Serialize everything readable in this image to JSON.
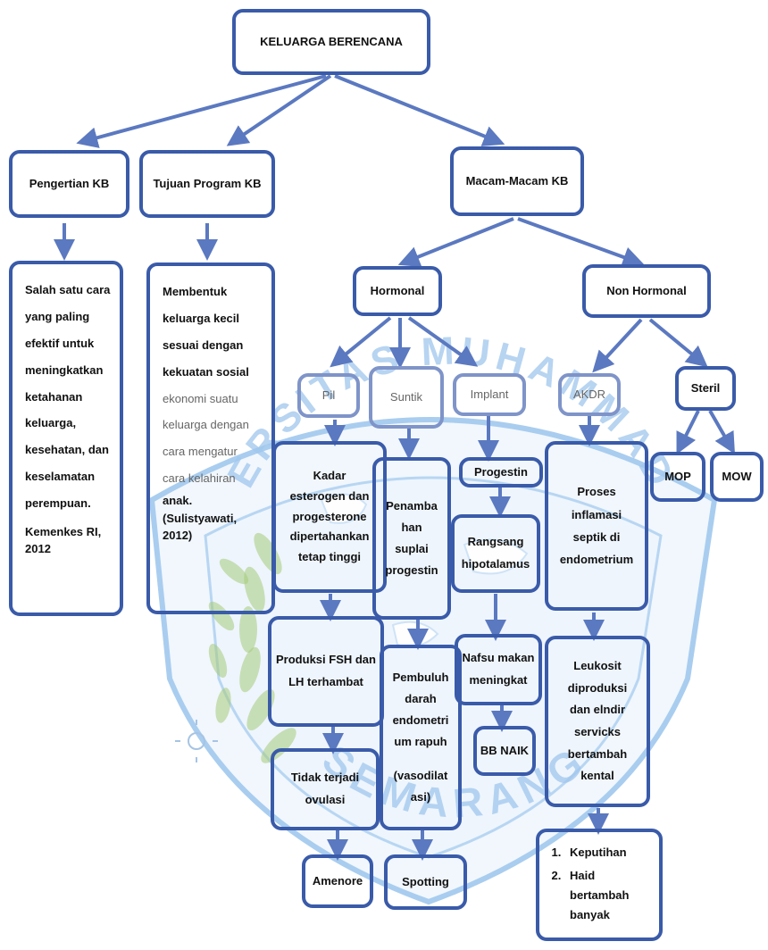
{
  "root": {
    "label": "KELUARGA BERENCANA"
  },
  "level1": {
    "pengertian": {
      "label": "Pengertian KB"
    },
    "tujuan": {
      "label": "Tujuan Program KB"
    },
    "macam": {
      "label": "Macam-Macam KB"
    }
  },
  "pengertian_desc": {
    "lines": [
      "Salah satu cara",
      "yang paling",
      "efektif untuk",
      "meningkatkan",
      "ketahanan",
      "keluarga,",
      "kesehatan, dan",
      "keselamatan",
      "perempuan."
    ],
    "source": [
      "Kemenkes RI,",
      "2012"
    ]
  },
  "tujuan_desc": {
    "lines": [
      "Membentuk",
      "keluarga kecil",
      "sesuai dengan",
      "kekuatan sosial",
      "ekonomi suatu",
      "keluarga dengan",
      "cara mengatur",
      "cara kelahiran",
      "anak."
    ],
    "source": [
      "(Sulistyawati,",
      "2012)"
    ]
  },
  "types": {
    "hormonal": "Hormonal",
    "non_hormonal": "Non Hormonal"
  },
  "hormonal": {
    "pil": "Pil",
    "suntik": "Suntik",
    "implant": "Implant",
    "pil_chain": {
      "effect": [
        "Kadar",
        "esterogen  dan",
        "progesterone",
        "dipertahankan",
        "tetap tinggi"
      ],
      "fsh": [
        "Produksi FSH dan",
        "LH terhambat"
      ],
      "ovulasi": [
        "Tidak terjadi",
        "ovulasi"
      ],
      "result": "Amenore"
    },
    "suntik_chain": {
      "effect": [
        "Penamba",
        "han",
        "suplai",
        "progestin"
      ],
      "pembuluh": [
        "Pembuluh",
        "darah",
        "endometri",
        "um rapuh"
      ],
      "pembuluh_note": [
        "(vasodilat",
        "asi)"
      ],
      "result": "Spotting"
    },
    "implant_chain": {
      "progestin": "Progestin",
      "hipotalamus": [
        "Rangsang",
        "hipotalamus"
      ],
      "nafsu": [
        "Nafsu makan",
        "meningkat"
      ],
      "result": "BB NAIK"
    }
  },
  "non_hormonal": {
    "akdr": "AKDR",
    "steril": "Steril",
    "mop": "MOP",
    "mow": "MOW",
    "akdr_chain": {
      "proses": [
        "Proses",
        "inflamasi",
        "septik di",
        "endometrium"
      ],
      "leukosit": [
        "Leukosit",
        "diproduksi",
        "dan elndir",
        "servicks",
        "bertambah",
        "kental"
      ],
      "effects": [
        "Keputihan",
        "Haid bertambah banyak"
      ]
    }
  },
  "watermark": {
    "top_text": "UNIVERSITAS MUHAMMADIYAH",
    "bottom_text": "SEMARANG"
  },
  "colors": {
    "box_border": "#3a5ba9",
    "arrow": "#5b79c0",
    "watermark": "#9fc6ec"
  }
}
